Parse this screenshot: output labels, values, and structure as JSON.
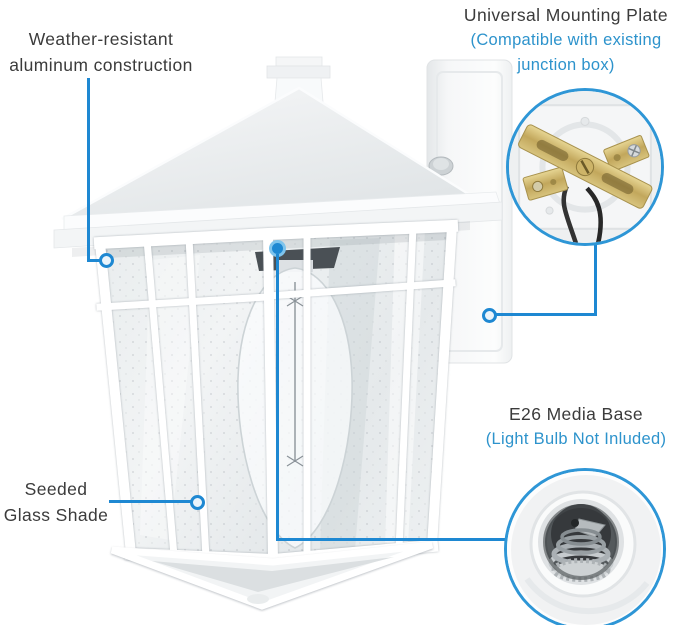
{
  "page": {
    "background": "#ffffff"
  },
  "colors": {
    "leader_blue": "#1E88D2",
    "cyan_text": "#2D93CC",
    "dark_text": "#3B3B3B",
    "inset_border_blue": "#2E96D6"
  },
  "callouts": {
    "construction": {
      "line1": "Weather-resistant",
      "line2": "aluminum construction"
    },
    "mounting": {
      "title": "Universal Mounting Plate",
      "sub1": "(Compatible with existing",
      "sub2": "junction box)"
    },
    "base": {
      "title": "E26 Media Base",
      "sub": "(Light Bulb Not Inluded)"
    },
    "glass": {
      "line1": "Seeded",
      "line2": "Glass Shade"
    }
  },
  "insets": {
    "mounting_photo": "junction-box-crossbar-photo",
    "socket_photo": "e26-threaded-socket-photo"
  },
  "product": {
    "description": "white-outdoor-wall-lantern-with-seeded-glass-and-edison-bulb"
  }
}
